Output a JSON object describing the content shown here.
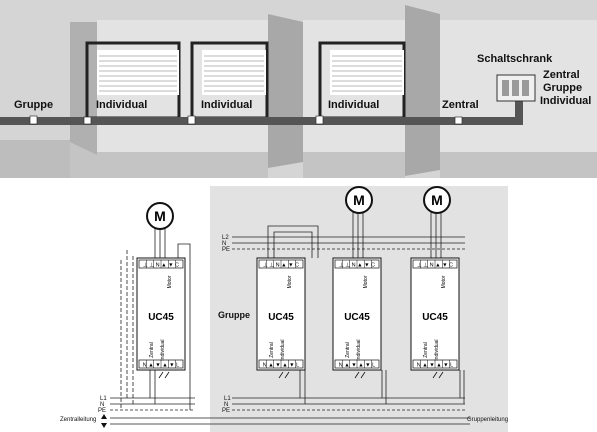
{
  "top_scene": {
    "labels": {
      "gruppe": "Gruppe",
      "individual_1": "Individual",
      "individual_2": "Individual",
      "individual_3": "Individual",
      "zentral": "Zentral",
      "schaltschrank": "Schaltschrank",
      "cabinet_zentral": "Zentral",
      "cabinet_gruppe": "Gruppe",
      "cabinet_individual": "Individual"
    }
  },
  "wiring": {
    "motor_symbol": "M",
    "unit_name": "UC45",
    "terminal_top": "⊥ ⊥ N ▲ ▼ C",
    "terminal_bottom": "N ▲ ▼ ▲ ▼ L",
    "unit_motor_label": "Motor",
    "unit_zentral_label": "Zentral",
    "unit_individual_label": "Individual",
    "gruppe_label": "Gruppe",
    "bus_labels_top": [
      "L2",
      "N",
      "PE"
    ],
    "bus_labels_bottom": [
      "L1",
      "N",
      "PE"
    ],
    "zentralleitung": "Zentralleitung",
    "gruppenleitung": "Gruppenleitung"
  }
}
